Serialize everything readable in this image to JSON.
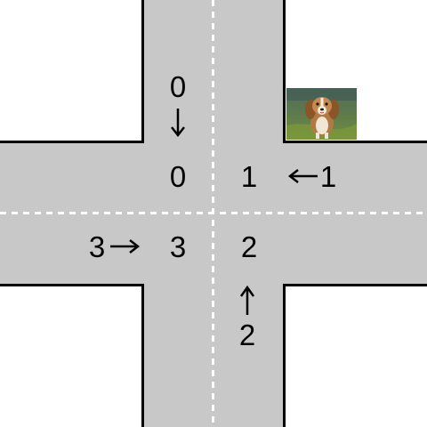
{
  "intersection": {
    "road_color": "#c8c8c8",
    "curb_color": "#000000",
    "lane_marking_color": "#ffffff",
    "lane_marking_style": "dashed"
  },
  "queues": {
    "north": {
      "count": "0",
      "direction": "down"
    },
    "east": {
      "count": "1",
      "direction": "left"
    },
    "south": {
      "count": "2",
      "direction": "up"
    },
    "west": {
      "count": "3",
      "direction": "right"
    }
  },
  "quadrants": {
    "top_left": "0",
    "top_right": "1",
    "bottom_right": "2",
    "bottom_left": "3"
  },
  "photo": {
    "subject": "dog",
    "icon": "dog-photo-icon"
  }
}
